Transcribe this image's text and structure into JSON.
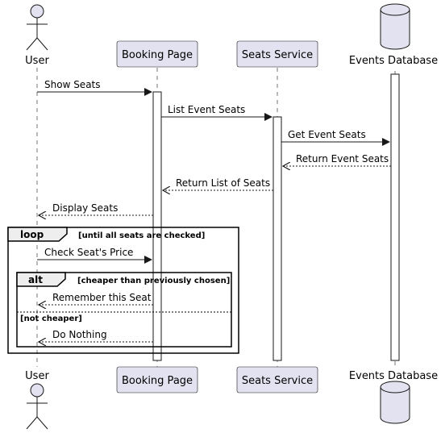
{
  "participants": {
    "user": "User",
    "booking": "Booking Page",
    "seats": "Seats Service",
    "db": "Events Database"
  },
  "messages": {
    "m1": "Show Seats",
    "m2": "List Event Seats",
    "m3": "Get Event Seats",
    "m4": "Return Event Seats",
    "m5": "Return List of Seats",
    "m6": "Display Seats",
    "m7": "Check Seat's Price",
    "m8": "Remember this Seat",
    "m9": "Do Nothing"
  },
  "loop": {
    "keyword": "loop",
    "guard": "[until all seats are checked]"
  },
  "alt": {
    "keyword": "alt",
    "guard": "[cheaper than previously chosen]",
    "else_guard": "[not cheaper]"
  },
  "colors": {
    "participant_fill": "#e2e2f0",
    "participant_stroke": "#181818",
    "frame_header_fill": "#eeeeee",
    "line": "#181818"
  }
}
